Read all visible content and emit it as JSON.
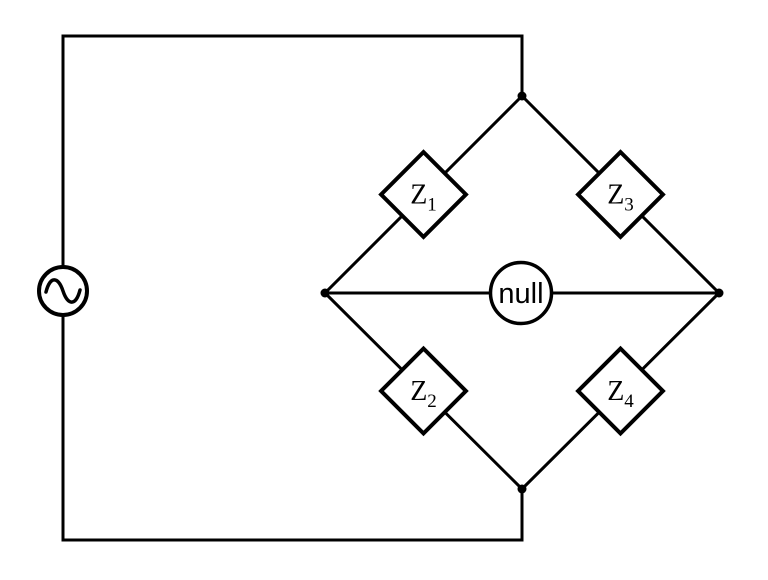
{
  "diagram": {
    "null_detector": {
      "label": "null"
    },
    "impedances": [
      {
        "symbol": "Z",
        "subscript": "1"
      },
      {
        "symbol": "Z",
        "subscript": "2"
      },
      {
        "symbol": "Z",
        "subscript": "3"
      },
      {
        "symbol": "Z",
        "subscript": "4"
      }
    ],
    "colors": {
      "stroke": "#000000",
      "background": "#ffffff"
    }
  }
}
